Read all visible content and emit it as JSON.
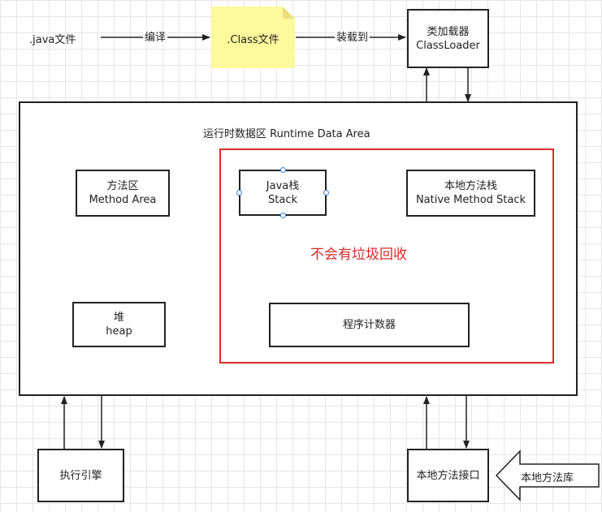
{
  "nodes": {
    "java_file": ".java文件",
    "class_file": ".Class文件",
    "classloader": [
      "类加载器",
      "ClassLoader"
    ],
    "runtime_area": "运行时数据区 Runtime Data Area",
    "method_area": [
      "方法区",
      "Method Area"
    ],
    "java_stack": [
      "Java栈",
      "Stack"
    ],
    "native_stack": [
      "本地方法栈",
      "Native Method Stack"
    ],
    "no_gc": "不会有垃圾回收",
    "heap": [
      "堆",
      "heap"
    ],
    "pc_register": "程序计数器",
    "exec_engine": "执行引擎",
    "native_interface": "本地方法接口",
    "native_library": "本地方法库"
  },
  "edges": {
    "compile": "编译",
    "load": "装载到"
  },
  "colors": {
    "note_fill": "#fdf99c",
    "note_fold": "#ebe17c",
    "highlight": "#d92b2b",
    "selection": "#3b7fe0"
  }
}
